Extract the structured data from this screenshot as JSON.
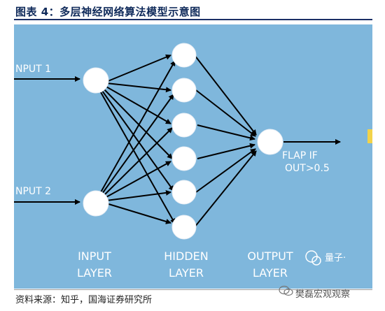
{
  "caption": "图表 4：多层神经网络算法模型示意图",
  "diagram": {
    "input_labels": [
      "NPUT 1",
      "NPUT 2"
    ],
    "layer_labels": [
      {
        "line1": "INPUT",
        "line2": "LAYER"
      },
      {
        "line1": "HIDDEN",
        "line2": "LAYER"
      },
      {
        "line1": "OUTPUT",
        "line2": "LAYER"
      }
    ],
    "output_label": {
      "line1": "FLAP IF",
      "line2": "OUT>0.5"
    },
    "embedded_watermark": "量子·",
    "colors": {
      "background": "#7fb7dc",
      "node": "#ffffff",
      "edge": "#000000",
      "text": "#ffffff"
    }
  },
  "source": "资料来源：知乎，国海证券研究所",
  "watermark": "樊磊宏观观察"
}
